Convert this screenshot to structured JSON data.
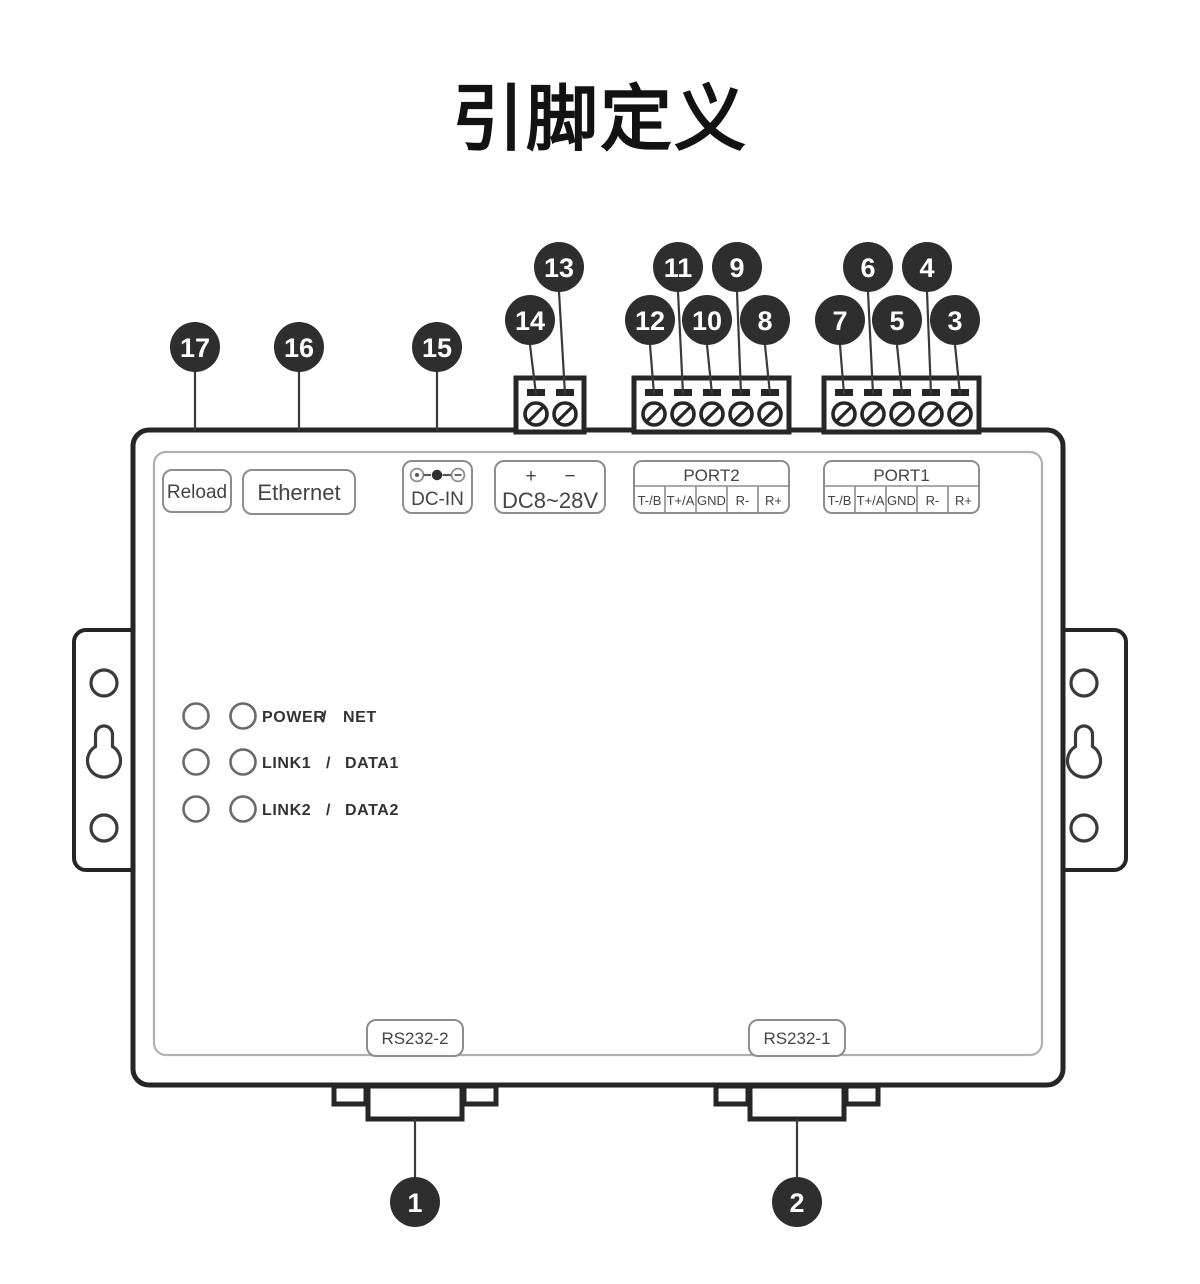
{
  "title": "引脚定义",
  "device": {
    "top_panel_labels": [
      {
        "id": "reload",
        "text": "Reload"
      },
      {
        "id": "ethernet",
        "text": "Ethernet"
      },
      {
        "id": "dc-in",
        "text": "DC-IN",
        "icon": "dc-polarity-icon"
      },
      {
        "id": "dc-range",
        "text": "DC8~28V",
        "plus": "+",
        "minus": "−"
      }
    ],
    "ports": [
      {
        "name": "PORT2",
        "pins": [
          "T-/B",
          "T+/A",
          "GND",
          "R-",
          "R+"
        ]
      },
      {
        "name": "PORT1",
        "pins": [
          "T-/B",
          "T+/A",
          "GND",
          "R-",
          "R+"
        ]
      }
    ],
    "leds": [
      {
        "left": "POWER",
        "sep": "/",
        "right": "NET"
      },
      {
        "left": "LINK1",
        "sep": "/",
        "right": "DATA1"
      },
      {
        "left": "LINK2",
        "sep": "/",
        "right": "DATA2"
      }
    ],
    "serial_labels": [
      {
        "id": "rs232-2",
        "text": "RS232-2"
      },
      {
        "id": "rs232-1",
        "text": "RS232-1"
      }
    ]
  },
  "callouts": [
    {
      "n": "1",
      "target": "rs232-2-connector"
    },
    {
      "n": "2",
      "target": "rs232-1-connector"
    },
    {
      "n": "3",
      "target": "port1-pin-r-plus"
    },
    {
      "n": "4",
      "target": "port1-pin-r-minus"
    },
    {
      "n": "5",
      "target": "port1-pin-gnd"
    },
    {
      "n": "6",
      "target": "port1-pin-t-plus-a"
    },
    {
      "n": "7",
      "target": "port1-pin-t-minus-b"
    },
    {
      "n": "8",
      "target": "port2-pin-r-plus"
    },
    {
      "n": "9",
      "target": "port2-pin-r-minus"
    },
    {
      "n": "10",
      "target": "port2-pin-gnd"
    },
    {
      "n": "11",
      "target": "port2-pin-t-plus-a"
    },
    {
      "n": "12",
      "target": "port2-pin-t-minus-b"
    },
    {
      "n": "13",
      "target": "power-terminal-minus"
    },
    {
      "n": "14",
      "target": "power-terminal-plus"
    },
    {
      "n": "15",
      "target": "dc-in-jack"
    },
    {
      "n": "16",
      "target": "ethernet-port"
    },
    {
      "n": "17",
      "target": "reload-button"
    }
  ],
  "colors": {
    "badge": "#2e2e2e",
    "badge_text": "#ffffff",
    "case_outline": "#262626",
    "panel_outline": "#9a9a9a",
    "label_text": "#444444",
    "led_outline": "#6a6a6a",
    "background": "#ffffff"
  }
}
